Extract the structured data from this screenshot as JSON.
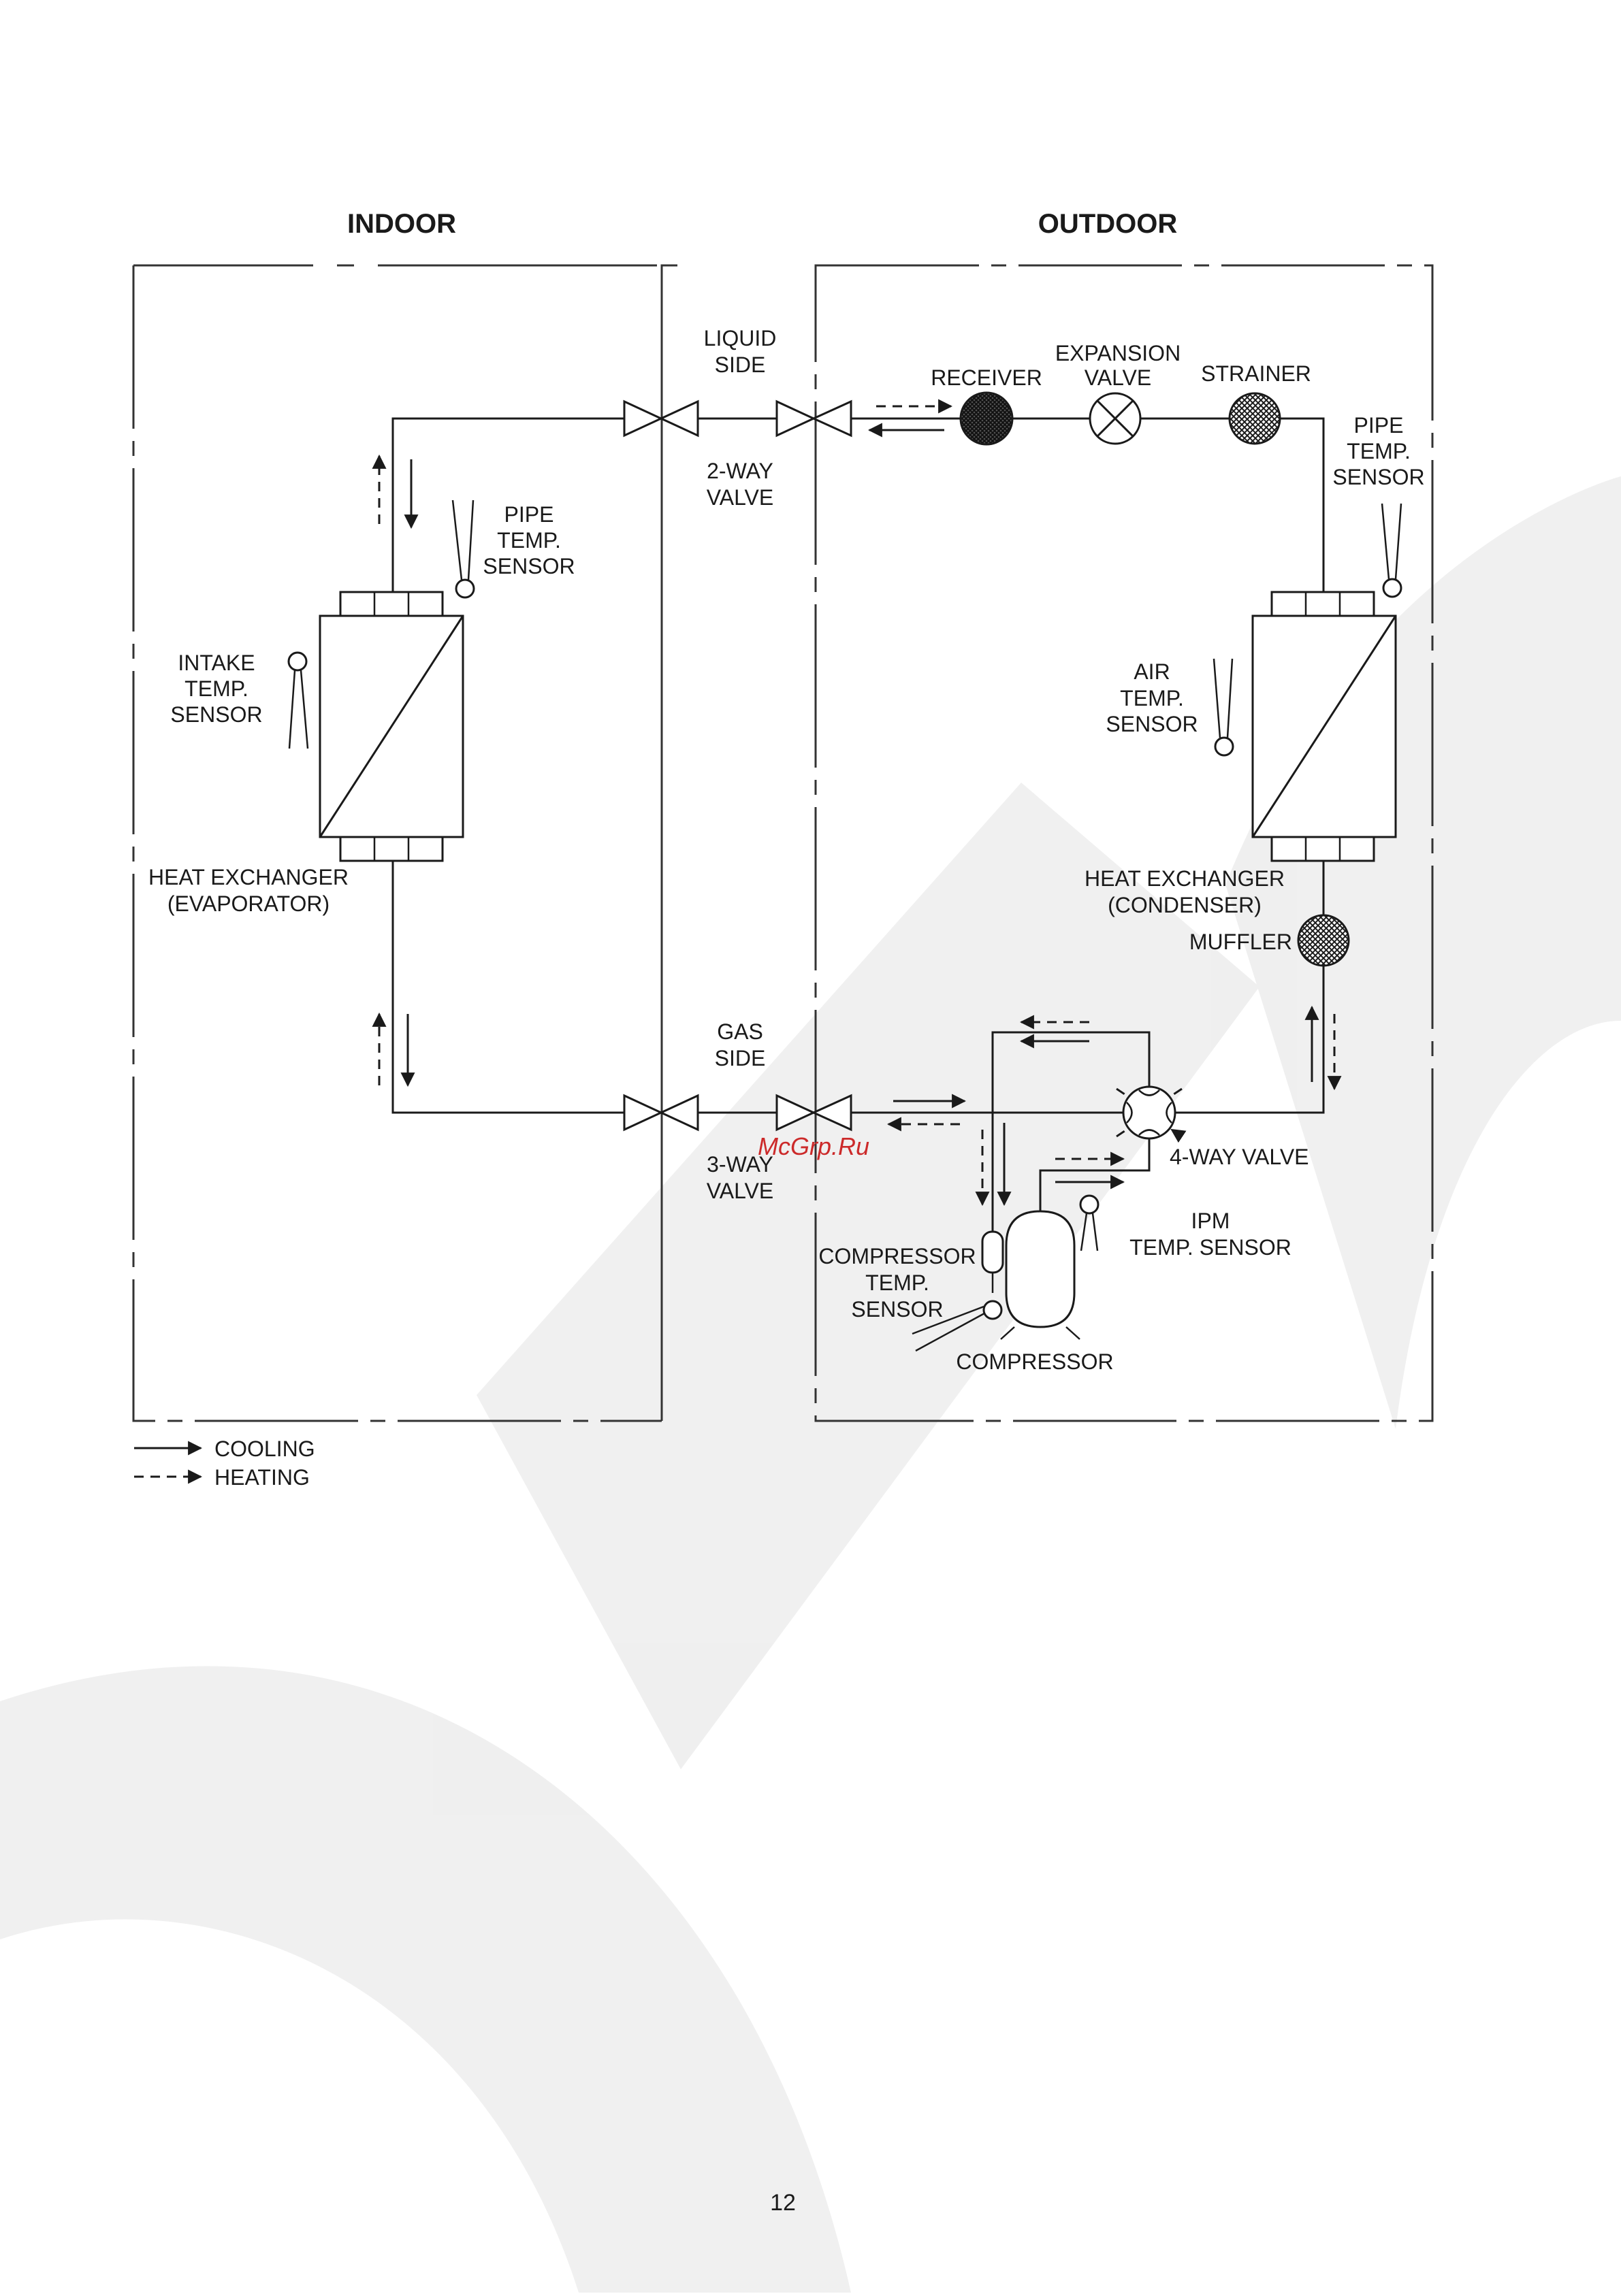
{
  "header": {
    "indoor": "INDOOR",
    "outdoor": "OUTDOOR"
  },
  "labels": {
    "liquid_side_1": "LIQUID",
    "liquid_side_2": "SIDE",
    "two_way_1": "2-WAY",
    "two_way_2": "VALVE",
    "gas_side_1": "GAS",
    "gas_side_2": "SIDE",
    "three_way_1": "3-WAY",
    "three_way_2": "VALVE",
    "receiver": "RECEIVER",
    "expansion_1": "EXPANSION",
    "expansion_2": "VALVE",
    "strainer": "STRAINER",
    "pipe_out_1": "PIPE",
    "pipe_out_2": "TEMP.",
    "pipe_out_3": "SENSOR",
    "pipe_in_1": "PIPE",
    "pipe_in_2": "TEMP.",
    "pipe_in_3": "SENSOR",
    "intake_1": "INTAKE",
    "intake_2": "TEMP.",
    "intake_3": "SENSOR",
    "hx_in_1": "HEAT EXCHANGER",
    "hx_in_2": "(EVAPORATOR)",
    "air_1": "AIR",
    "air_2": "TEMP.",
    "air_3": "SENSOR",
    "hx_out_1": "HEAT EXCHANGER",
    "hx_out_2": "(CONDENSER)",
    "muffler": "MUFFLER",
    "four_way": "4-WAY VALVE",
    "ipm_1": "IPM",
    "ipm_2": "TEMP. SENSOR",
    "comp_temp_1": "COMPRESSOR",
    "comp_temp_2": "TEMP.",
    "comp_temp_3": "SENSOR",
    "compressor": "COMPRESSOR"
  },
  "legend": {
    "cooling": "COOLING",
    "heating": "HEATING"
  },
  "watermark": "McGrp.Ru",
  "page_number": "12"
}
